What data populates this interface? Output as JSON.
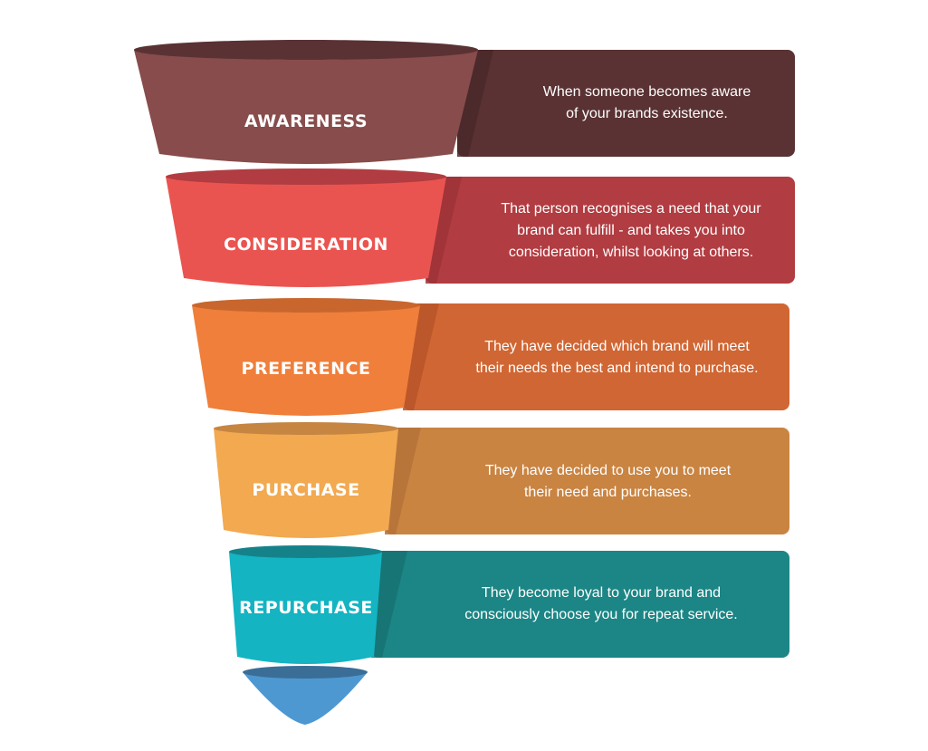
{
  "stages": [
    {
      "name": "AWARENESS",
      "description": [
        "When someone becomes aware",
        "of your brands existence."
      ],
      "colors": {
        "front": "#874C4B",
        "top": "#5A3233",
        "panel": "#5A3233",
        "shade": "#4A2829"
      }
    },
    {
      "name": "CONSIDERATION",
      "description": [
        "That person recognises a need that your",
        "brand can fulfill - and takes you into",
        "consideration, whilst looking at others."
      ],
      "colors": {
        "front": "#EA5450",
        "top": "#B13C41",
        "panel": "#B13C41",
        "shade": "#9E3238"
      }
    },
    {
      "name": "PREFERENCE",
      "description": [
        "They have decided which brand will meet",
        "their needs the best and intend to purchase."
      ],
      "colors": {
        "front": "#EF7F3A",
        "top": "#C9662E",
        "panel": "#D06633",
        "shade": "#B8552A"
      }
    },
    {
      "name": "PURCHASE",
      "description": [
        "They have decided to use you to meet",
        "their need and purchases."
      ],
      "colors": {
        "front": "#F2A950",
        "top": "#C68541",
        "panel": "#C98442",
        "shade": "#B57238"
      }
    },
    {
      "name": "REPURCHASE",
      "description": [
        "They become loyal to your brand and",
        "consciously choose you for repeat service."
      ],
      "colors": {
        "front": "#14B4C2",
        "top": "#15828A",
        "panel": "#1C8585",
        "shade": "#167272"
      }
    }
  ],
  "tip": {
    "colors": {
      "front": "#4E98D2",
      "top": "#3A6E96"
    }
  }
}
